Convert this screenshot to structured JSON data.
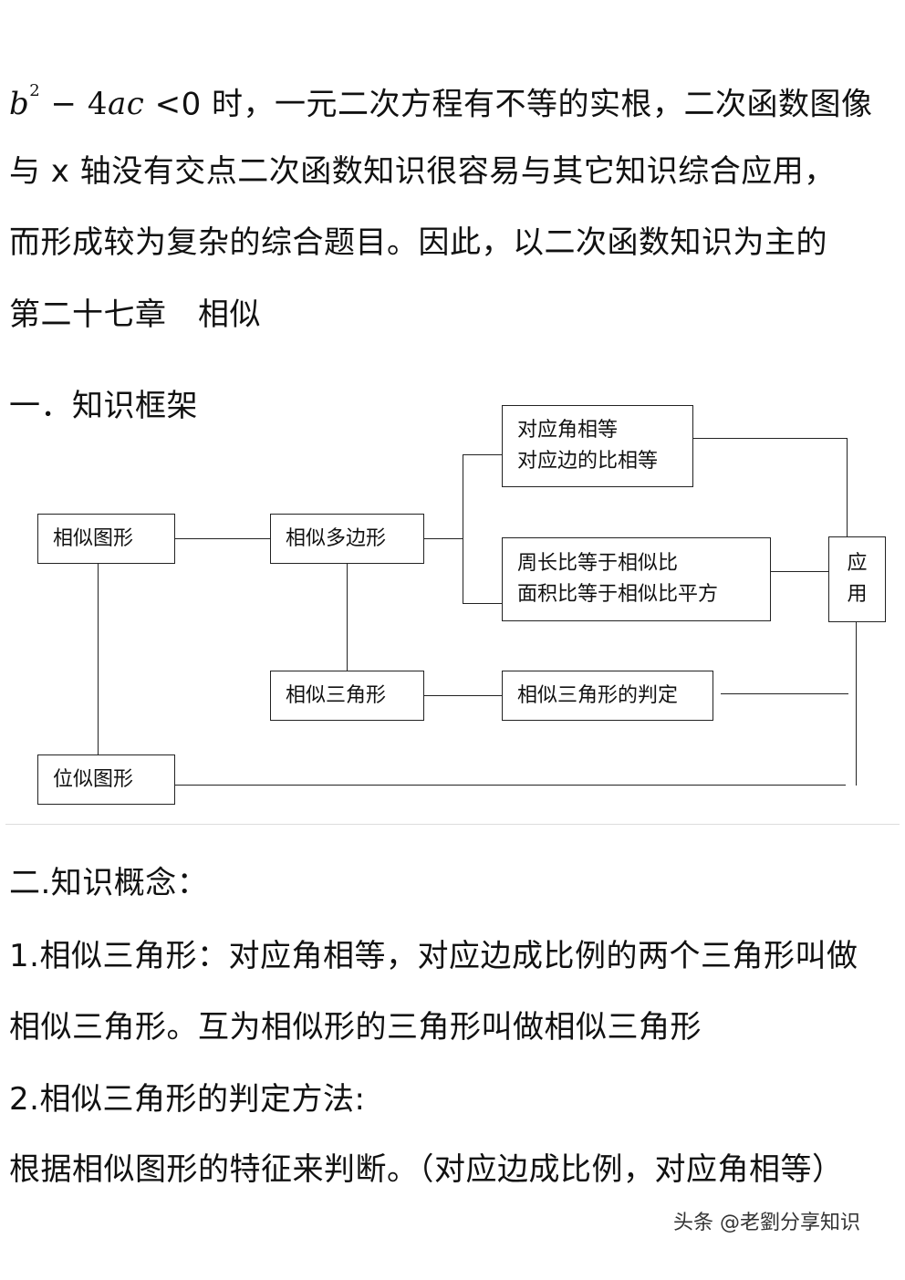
{
  "paragraph1": {
    "math_b": "b",
    "math_exp": "2",
    "math_minus": " − ",
    "math_4": "4",
    "math_ac": "ac",
    "line1_rest": " <0 时，一元二次方程有不等的实根，二次函数图像",
    "line2": "与 x 轴没有交点二次函数知识很容易与其它知识综合应用，",
    "line3": "而形成较为复杂的综合题目。因此，以二次函数知识为主的"
  },
  "chapter_title": "第二十七章　相似",
  "section1_title": "一．知识框架",
  "diagram": {
    "similar_figures": "相似图形",
    "similar_polygons": "相似多边形",
    "property1_line1": "对应角相等",
    "property1_line2": "对应边的比相等",
    "property2_line1": "周长比等于相似比",
    "property2_line2": "面积比等于相似比平方",
    "application_char1": "应",
    "application_char2": "用",
    "similar_triangles": "相似三角形",
    "triangle_criteria": "相似三角形的判定",
    "homothetic_figures": "位似图形"
  },
  "section2_title": "二.知识概念：",
  "concept1_line1": "1.相似三角形：对应角相等，对应边成比例的两个三角形叫做",
  "concept1_line2": "相似三角形。互为相似形的三角形叫做相似三角形",
  "concept2_title": "2.相似三角形的判定方法:",
  "concept2_line1": "根据相似图形的特征来判断。（对应边成比例，对应角相等）",
  "watermark": "头条 @老劉分享知识"
}
